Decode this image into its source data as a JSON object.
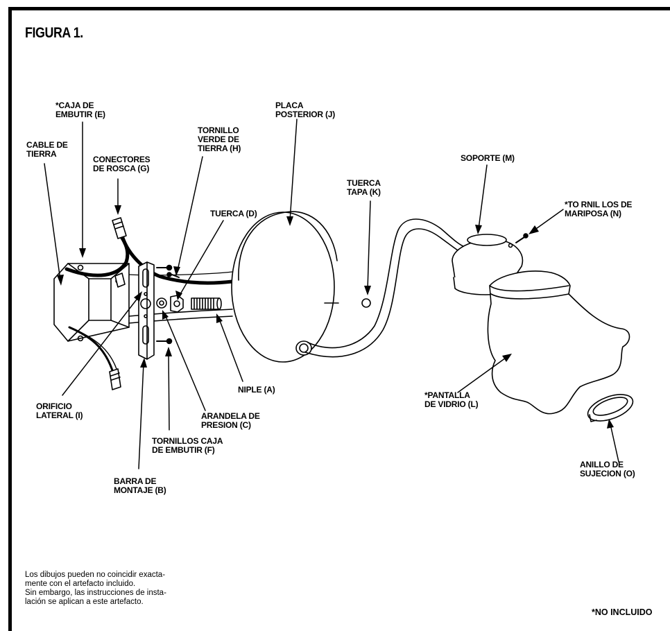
{
  "figure": {
    "title": "FIGURA 1."
  },
  "labels": {
    "caja_embutir": "*CAJA DE\nEMBUTIR (E)",
    "cable_tierra": "CABLE DE\nTIERRA",
    "conectores": "CONECTORES\nDE ROSCA (G)",
    "tornillo_verde": "TORNILLO\nVERDE DE\nTIERRA (H)",
    "tuerca_d": "TUERCA (D)",
    "placa_posterior": "PLACA\nPOSTERIOR (J)",
    "tuerca_tapa": "TUERCA\nTAPA (K)",
    "soporte": "SOPORTE (M)",
    "tornillos_mariposa": "*TO RNIL LOS DE\nMARIPOSA (N)",
    "orificio_lateral": "ORIFICIO\nLATERAL (I)",
    "niple": "NIPLE (A)",
    "arandela": "ARANDELA DE\nPRESION (C)",
    "tornillos_caja": "TORNILLOS CAJA\nDE EMBUTIR (F)",
    "barra_montaje": "BARRA DE\nMONTAJE (B)",
    "pantalla": "*PANTALLA\nDE VIDRIO (L)",
    "anillo": "ANILLO DE\nSUJECION (O)"
  },
  "footer": {
    "note": "Los dibujos pueden no coincidir exacta-\nmente con el artefacto incluido.\nSin embargo, las instrucciones de insta-\nlación se aplican a este artefacto.",
    "not_included": "*NO INCLUIDO"
  }
}
